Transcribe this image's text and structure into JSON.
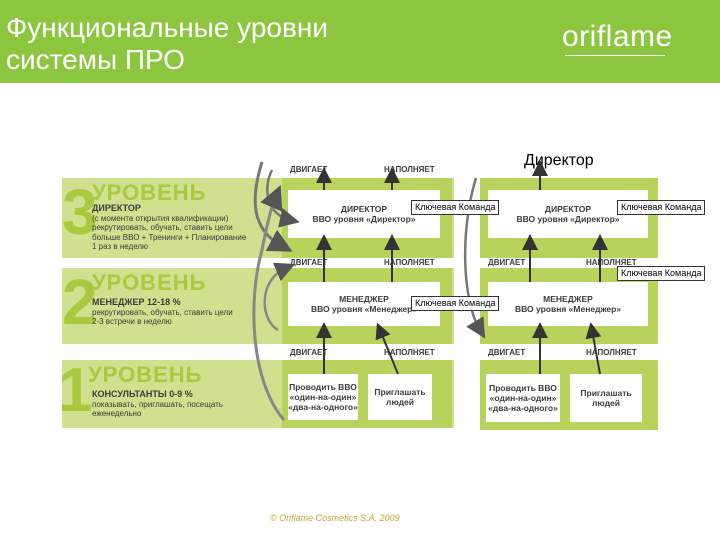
{
  "header": {
    "title_line1": "Функциональные уровни",
    "title_line2": "системы ПРО",
    "logo": "oriflame"
  },
  "director_label": "Директор",
  "colors": {
    "header_green": "#8cc63f",
    "band_green": "#cfe08e",
    "panel_green": "#b8d35c",
    "level_text": "#a9c93f"
  },
  "levels": [
    {
      "number": "3",
      "word": "УРОВЕНЬ",
      "role": "ДИРЕКТОР",
      "lines": [
        "(с момента открытия квалификации)",
        "рекрутировать, обучать, ставить цели",
        "больше ВВО + Тренинги + Планирование",
        "1 раз в неделю"
      ]
    },
    {
      "number": "2",
      "word": "УРОВЕНЬ",
      "role": "МЕНЕДЖЕР 12-18 %",
      "lines": [
        "рекрутировать, обучать, ставить цели",
        "2-3 встречи в неделю"
      ]
    },
    {
      "number": "1",
      "word": "УРОВЕНЬ",
      "role": "КОНСУЛЬТАНТЫ 0-9 %",
      "lines": [
        "показывать, приглашать, посещать",
        "еженедельно"
      ]
    }
  ],
  "labels": {
    "moves": "ДВИГАЕТ",
    "fills": "НАПОЛНЯЕТ"
  },
  "boxes": {
    "director_left": [
      "ДИРЕКТОР",
      "ВВО уровня «Директор»"
    ],
    "director_right": [
      "ДИРЕКТОР",
      "ВВО уровня «Директор»"
    ],
    "manager_left": [
      "МЕНЕДЖЕР",
      "ВВО уровня «Менеджер»"
    ],
    "manager_right": [
      "МЕНЕДЖЕР",
      "ВВО уровня «Менеджер»"
    ],
    "conduct_left": [
      "Проводить ВВО",
      "«один-на-один»",
      "«два-на-одного»"
    ],
    "invite_left": [
      "Приглашать",
      "людей"
    ],
    "conduct_right": [
      "Проводить ВВО",
      "«один-на-один»",
      "«два-на-одного»"
    ],
    "invite_right": [
      "Приглашать",
      "людей"
    ]
  },
  "callouts": {
    "c1": "Ключевая Команда",
    "c2": "Ключевая Команда",
    "c3": "Ключевая Команда",
    "c4": "Ключевая Команда"
  },
  "footer": "© Oriflame Cosmetics S.A. 2009"
}
